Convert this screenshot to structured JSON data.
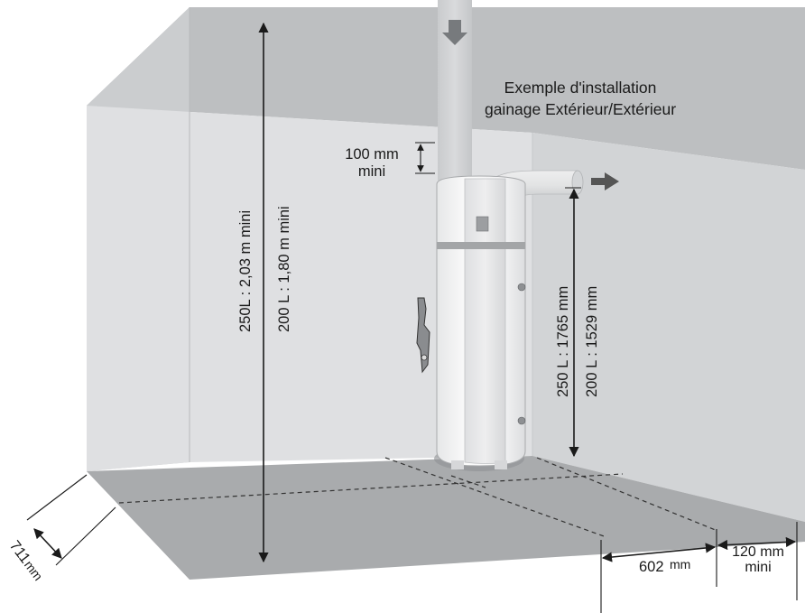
{
  "title_line1": "Exemple d'installation",
  "title_line2": "gainage Extérieur/Extérieur",
  "labels": {
    "duct_gap_value": "100 mm",
    "duct_gap_note": "mini",
    "ceiling_250": "250L : 2,03 m mini",
    "ceiling_200": "200 L : 1,80 m mini",
    "outlet_250": "250 L : 1765 mm",
    "outlet_200": "200 L : 1529 mm",
    "depth_value": "711",
    "depth_unit": "mm",
    "width_value": "602",
    "width_unit": "mm",
    "side_value": "120 mm",
    "side_note": "mini"
  },
  "colors": {
    "ceiling": "#bdbfc1",
    "wall_left": "#cbcdcf",
    "wall_back": "#dfe0e2",
    "wall_right": "#d2d4d6",
    "floor": "#a9abad",
    "tank": "#f2f3f4",
    "band": "#a3a5a7"
  }
}
